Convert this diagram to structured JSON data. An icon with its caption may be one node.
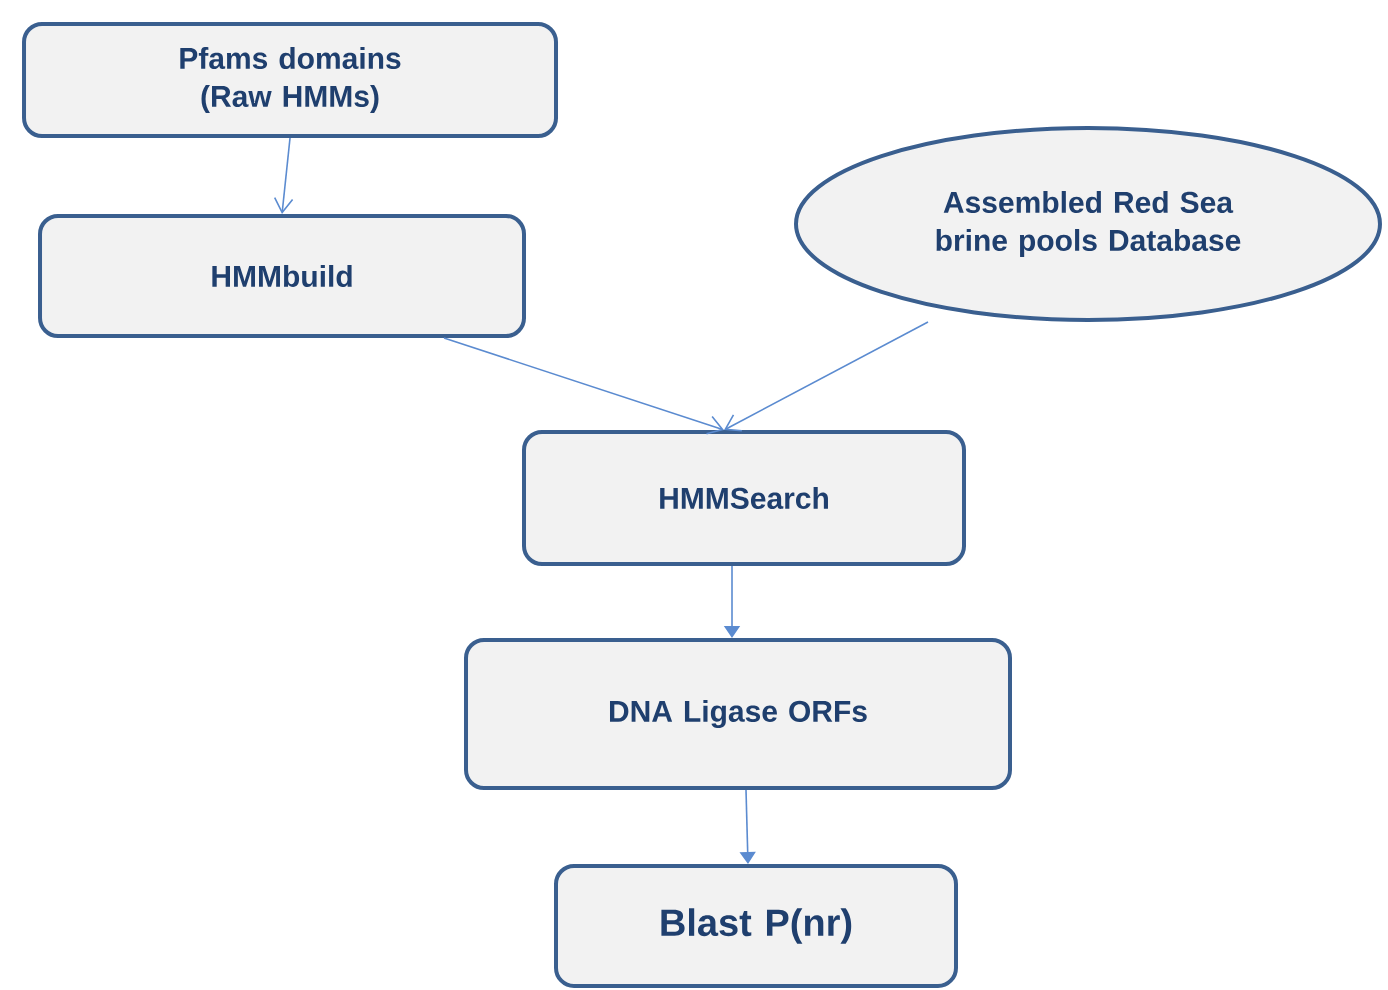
{
  "diagram": {
    "nodes": [
      {
        "text": [
          "Pfams domains (Raw HMMs)"
        ]
      },
      {
        "text": [
          "HMMbuild"
        ]
      },
      {
        "text": [
          "Assembled Red Sea brine pools Database"
        ]
      },
      {
        "text": [
          "HMMSearch"
        ]
      },
      {
        "text": [
          "DNA Ligase ORFs"
        ]
      },
      {
        "text": [
          "Blast P(nr)"
        ]
      }
    ],
    "edges": [
      {
        "from": 0,
        "to": 1,
        "arrow": "to"
      },
      {
        "from": 1,
        "to": 3,
        "arrow": "to"
      },
      {
        "from": 2,
        "to": 3,
        "arrow": "to"
      },
      {
        "from": 3,
        "to": 4,
        "arrow": "to"
      },
      {
        "from": 4,
        "to": 5,
        "arrow": "to"
      }
    ]
  }
}
